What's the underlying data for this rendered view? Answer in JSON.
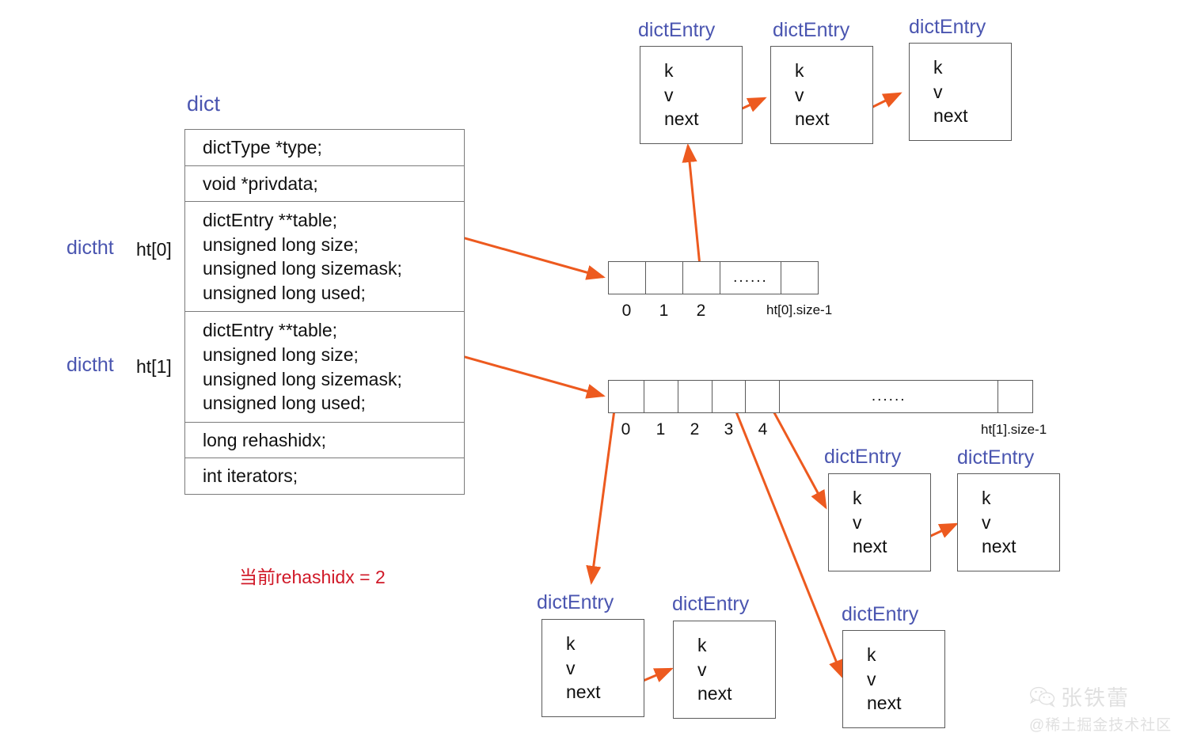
{
  "diagram": {
    "title_labels": {
      "dict": "dict",
      "dictht_ht0_struct": "dictht",
      "dictht_ht0_index": "ht[0]",
      "dictht_ht1_struct": "dictht",
      "dictht_ht1_index": "ht[1]"
    },
    "dict_struct_rows": [
      {
        "lines": [
          "dictType *type;"
        ]
      },
      {
        "lines": [
          "void *privdata;"
        ]
      },
      {
        "lines": [
          "dictEntry **table;",
          "unsigned long size;",
          "unsigned long sizemask;",
          "unsigned long used;"
        ]
      },
      {
        "lines": [
          "dictEntry **table;",
          "unsigned long size;",
          "unsigned long sizemask;",
          "unsigned long used;"
        ]
      },
      {
        "lines": [
          "long rehashidx;"
        ]
      },
      {
        "lines": [
          "int iterators;"
        ]
      }
    ],
    "note": "当前rehashidx = 2",
    "ht0_array": {
      "cells": [
        "",
        "",
        "",
        "......",
        ""
      ],
      "index_labels": [
        "0",
        "1",
        "2"
      ],
      "end_label": "ht[0].size-1"
    },
    "ht1_array": {
      "cells": [
        "",
        "",
        "",
        "",
        "",
        "......",
        ""
      ],
      "index_labels": [
        "0",
        "1",
        "2",
        "3",
        "4"
      ],
      "end_label": "ht[1].size-1"
    },
    "entry_label": "dictEntry",
    "entry_fields": [
      "k",
      "v",
      "next"
    ],
    "chains": {
      "ht0_bucket2": {
        "length": 3
      },
      "ht1_bucket0": {
        "length": 2
      },
      "ht1_bucket4": {
        "length": 2
      },
      "ht1_bucket3": {
        "length": 1
      }
    },
    "colors": {
      "accent_blue": "#4a55b0",
      "arrow_orange": "#ed5a1f",
      "note_red": "#d01827",
      "box_border": "#5a5a5a"
    }
  },
  "watermark": {
    "name": "张铁蕾",
    "handle": "@稀土掘金技术社区"
  }
}
